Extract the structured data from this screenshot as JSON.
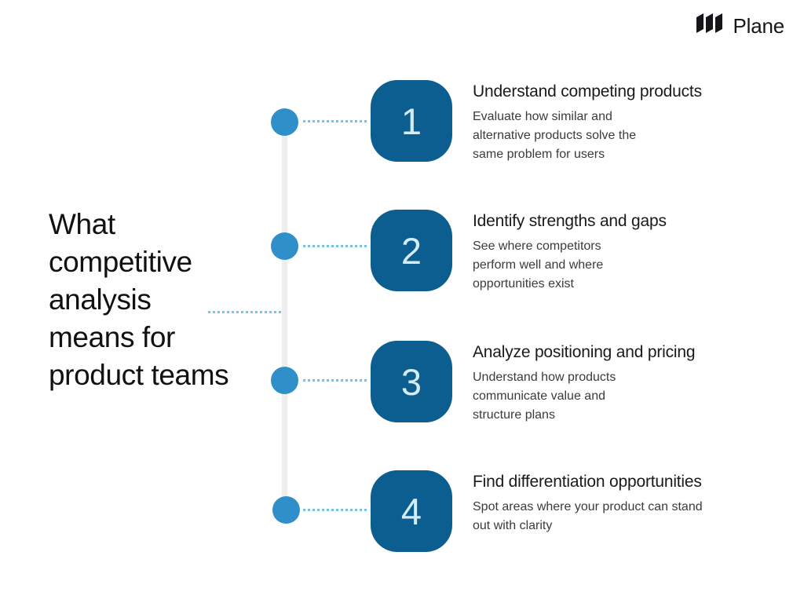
{
  "brand": {
    "name": "Plane",
    "mark_icon": "plane-logo-icon",
    "mark_color": "#16161a"
  },
  "title": {
    "lines": [
      "What",
      "competitive",
      "analysis",
      "means for",
      "product teams"
    ],
    "full_text": "What competitive analysis means for product teams"
  },
  "theme": {
    "badge_color": "#0d5e90",
    "badge_text_color": "#d3ecf8",
    "dot_color": "#2e8fc9",
    "spine_color": "#eeeeee",
    "connector_color": "#7cbfe2",
    "heading_color": "#1a1a1a",
    "description_color": "#3b3b3b",
    "background": "#ffffff"
  },
  "steps": [
    {
      "number": "1",
      "heading": "Understand competing products",
      "description": "Evaluate how similar and alternative products solve the same problem for users"
    },
    {
      "number": "2",
      "heading": "Identify strengths and gaps",
      "description": "See where competitors perform well and where opportunities exist"
    },
    {
      "number": "3",
      "heading": "Analyze positioning and pricing",
      "description": "Understand how products communicate value and structure plans"
    },
    {
      "number": "4",
      "heading": "Find differentiation opportunities",
      "description": "Spot areas where your product can stand out with clarity"
    }
  ]
}
